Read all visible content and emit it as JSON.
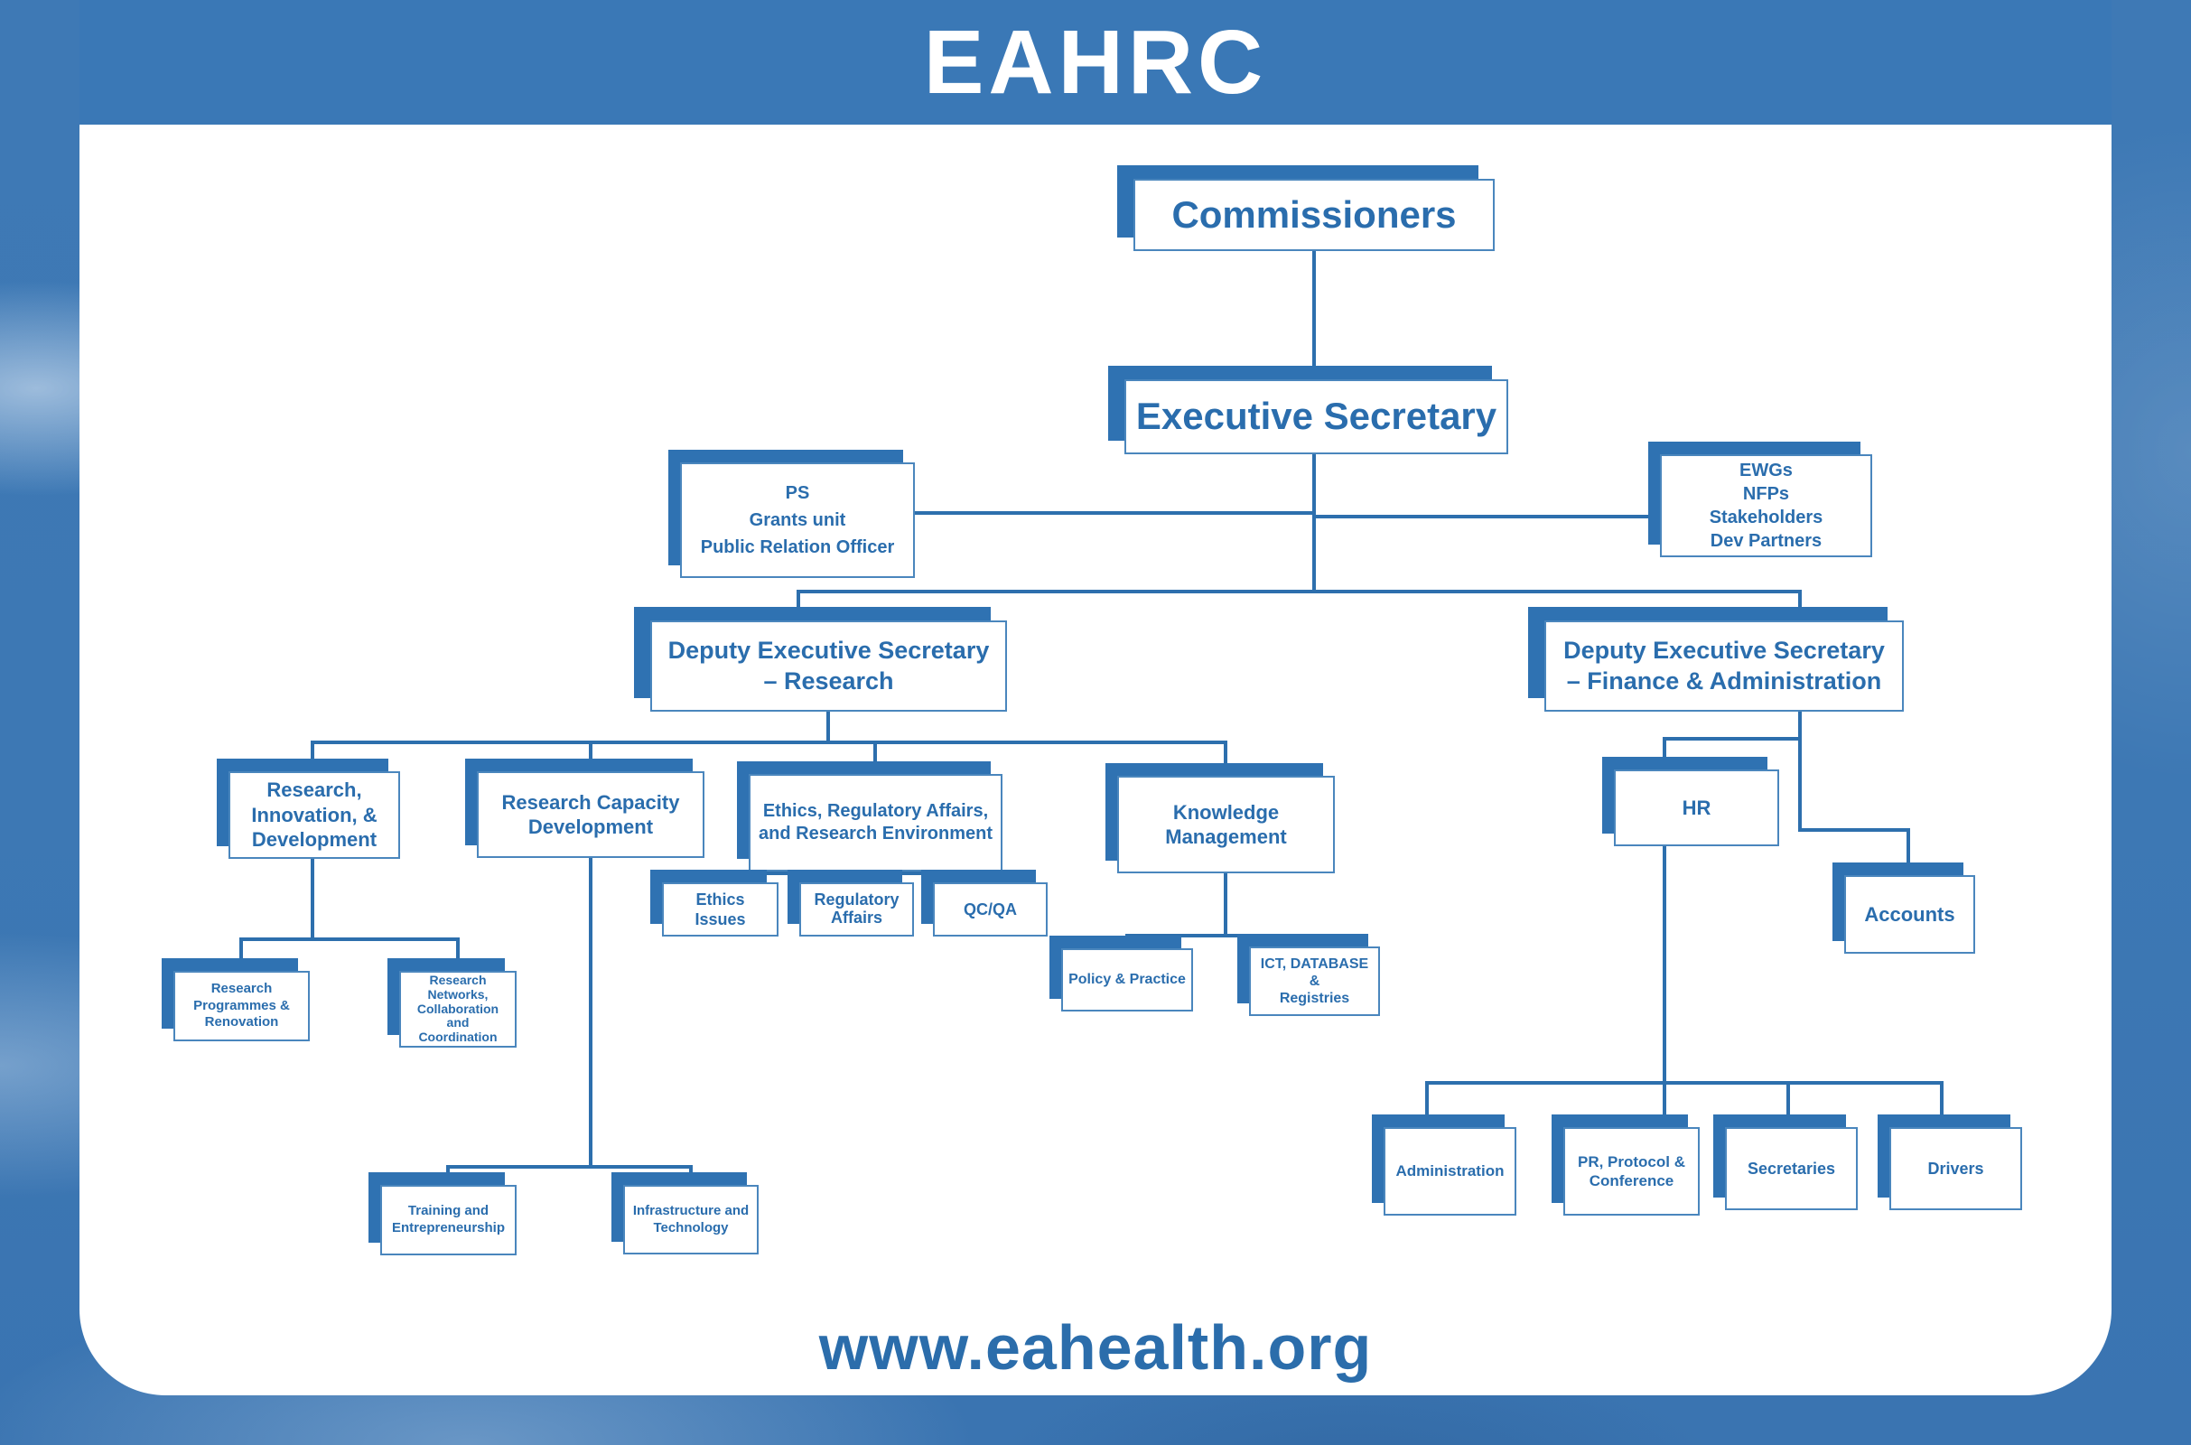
{
  "header": {
    "title": "EAHRC"
  },
  "footer": {
    "website": "www.eahealth.org"
  },
  "colors": {
    "brand_blue": "#3a78b6",
    "box_shadow_blue": "#2f72b2",
    "box_border_blue": "#4a86bd",
    "text_blue": "#2a6dad",
    "connector_blue": "#2d6fad",
    "background_blue": "#3d78b4"
  },
  "org": {
    "commissioners": "Commissioners",
    "executive_secretary": "Executive Secretary",
    "ps_unit": "PS\nGrants unit\nPublic Relation Officer",
    "ewgs": "EWGs\nNFPs\nStakeholders\nDev Partners",
    "deputy_research": "Deputy Executive Secretary\n– Research",
    "deputy_finance": "Deputy Executive Secretary\n– Finance & Administration",
    "research_innovation": "Research,\nInnovation, &\nDevelopment",
    "research_capacity": "Research Capacity\nDevelopment",
    "ethics_regulatory": "Ethics, Regulatory Affairs,\nand Research Environment",
    "knowledge_management": "Knowledge\nManagement",
    "ethics_issues": "Ethics Issues",
    "regulatory_affairs": "Regulatory\nAffairs",
    "qc_qa": "QC/QA",
    "policy_practice": "Policy & Practice",
    "ict_database": "ICT, DATABASE &\nRegistries",
    "research_programmes": "Research\nProgrammes &\nRenovation",
    "research_networks": "Research\nNetworks,\nCollaboration\nand\nCoordination",
    "training": "Training and\nEntrepreneurship",
    "infrastructure": "Infrastructure and\nTechnology",
    "hr": "HR",
    "accounts": "Accounts",
    "administration": "Administration",
    "pr_protocol": "PR, Protocol &\nConference",
    "secretaries": "Secretaries",
    "drivers": "Drivers"
  },
  "edges": [
    [
      "commissioners",
      "executive_secretary"
    ],
    [
      "executive_secretary",
      "ps_unit"
    ],
    [
      "executive_secretary",
      "ewgs"
    ],
    [
      "executive_secretary",
      "deputy_research"
    ],
    [
      "executive_secretary",
      "deputy_finance"
    ],
    [
      "deputy_research",
      "research_innovation"
    ],
    [
      "deputy_research",
      "research_capacity"
    ],
    [
      "deputy_research",
      "ethics_regulatory"
    ],
    [
      "deputy_research",
      "knowledge_management"
    ],
    [
      "research_innovation",
      "research_programmes"
    ],
    [
      "research_innovation",
      "research_networks"
    ],
    [
      "research_capacity",
      "training"
    ],
    [
      "research_capacity",
      "infrastructure"
    ],
    [
      "ethics_regulatory",
      "ethics_issues"
    ],
    [
      "ethics_regulatory",
      "regulatory_affairs"
    ],
    [
      "ethics_regulatory",
      "qc_qa"
    ],
    [
      "knowledge_management",
      "policy_practice"
    ],
    [
      "knowledge_management",
      "ict_database"
    ],
    [
      "deputy_finance",
      "hr"
    ],
    [
      "deputy_finance",
      "accounts"
    ],
    [
      "hr",
      "administration"
    ],
    [
      "hr",
      "pr_protocol"
    ],
    [
      "hr",
      "secretaries"
    ],
    [
      "hr",
      "drivers"
    ]
  ]
}
